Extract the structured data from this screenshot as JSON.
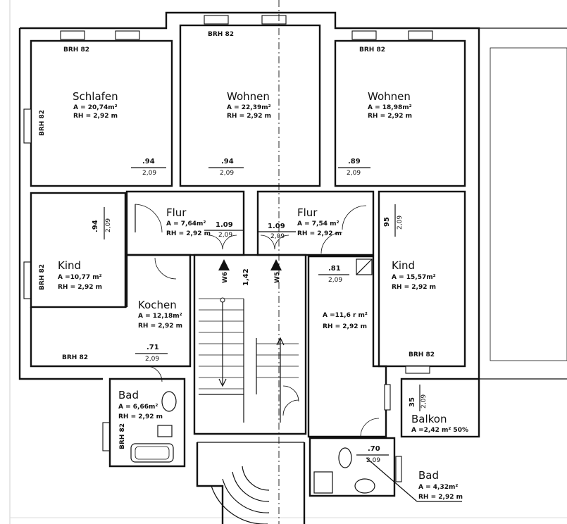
{
  "rooms": {
    "schlafen": {
      "name": "Schlafen",
      "area": "A = 20,74m²",
      "height": "RH = 2,92 m"
    },
    "wohnen_center": {
      "name": "Wohnen",
      "area": "A = 22,39m²",
      "height": "RH = 2,92 m"
    },
    "wohnen_right": {
      "name": "Wohnen",
      "area": "A = 18,98m²",
      "height": "RH = 2,92 m"
    },
    "flur_left": {
      "name": "Flur",
      "area": "A = 7,64m²",
      "height": "RH = 2,92 m"
    },
    "flur_right": {
      "name": "Flur",
      "area": "A = 7,54 m²",
      "height": "RH = 2,92 m"
    },
    "kind_left": {
      "name": "Kind",
      "area": "A =10,77 m²",
      "height": "RH = 2,92 m"
    },
    "kind_right": {
      "name": "Kind",
      "area": "A = 15,57m²",
      "height": "RH = 2,92 m"
    },
    "kochen": {
      "name": "Kochen",
      "area": "A = 12,18m²",
      "height": "RH = 2,92 m"
    },
    "kitchen_right": {
      "area": "A =11,6 r m²",
      "height": "RH = 2,92 m"
    },
    "bad_left": {
      "name": "Bad",
      "area": "A = 6,66m²",
      "height": "RH = 2,92 m"
    },
    "bad_right": {
      "name": "Bad",
      "area": "A = 4,32m²",
      "height": "RH = 2,92 m"
    },
    "balkon": {
      "name": "Balkon",
      "area": "A =2,42 m² 50%"
    }
  },
  "labels": {
    "brh": "BRH 82",
    "w6": "W6",
    "w5": "W5"
  },
  "dimensions": {
    "d094a": ".94",
    "d209a": "2,09",
    "d094b": ".94",
    "d209b": "2,09",
    "d089": ".89",
    "d209c": "2,09",
    "d094c": ".94",
    "d209d": "2,09",
    "d095": "95",
    "d209e": "2,09",
    "d109a": "1.09",
    "d209f": "2,09",
    "d109b": "1.09",
    "d209g": "2,09",
    "d081": ".81",
    "d209h": "2,09",
    "d071": ".71",
    "d209i": "2,09",
    "d070": ".70",
    "d209j": "2,09",
    "d035": "35",
    "d209k": "2,09",
    "d142": "1,42"
  }
}
